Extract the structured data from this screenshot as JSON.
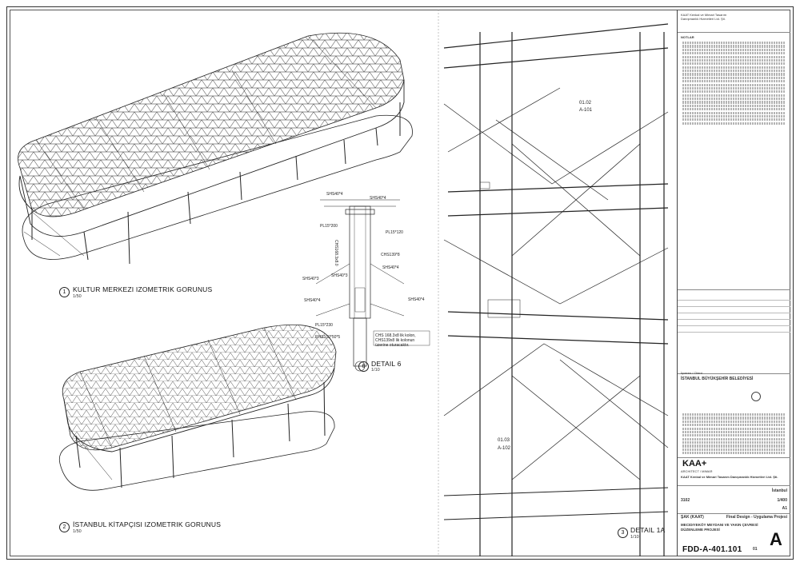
{
  "views": [
    {
      "number": "1",
      "title": "KULTUR MERKEZI IZOMETRIK GORUNUS",
      "scale": "1/50"
    },
    {
      "number": "2",
      "title": "İSTANBUL KİTAPÇISI IZOMETRIK GORUNUS",
      "scale": "1/50"
    },
    {
      "number": "6",
      "title": "DETAIL 6",
      "scale": "1/10"
    },
    {
      "number": "3",
      "title": "DETAIL 1A",
      "scale": "1/10"
    }
  ],
  "detail6_tags": [
    "SHS40*4",
    "SHS40*4",
    "PL15*200",
    "PL15*120",
    "CHS168.3x8.0",
    "CHS139*8",
    "SHS40*3",
    "SHS40*3",
    "SHS40*4",
    "SHS40*4",
    "SHS40*4",
    "PL15*230",
    "RHS100*50*5"
  ],
  "detail6_note": "CHS 168.3x8 lik kolon, CHS139x8 lik kolonun üzerine oturacaktır.",
  "detail1a_refs": [
    {
      "a": "01.02",
      "b": "A-101"
    },
    {
      "a": "01.03",
      "b": "A-102"
    }
  ],
  "titleblock": {
    "header": "KAAT Kenkal ve Mimari Tasarım Danışmanlık Hizmetleri Ltd. Şti.",
    "notes_title": "NOTLAR",
    "client_label": "İşveren / Client",
    "client": "İSTANBUL BÜYÜKŞEHİR BELEDİYESİ",
    "firm_logo": "KAA+",
    "firm_sub": "ARCHITECT / MIMAR",
    "firm_name": "KAAT Kenkal ve Mimari Tasarım Danışmanlık Hizmetleri Ltd. Şti.",
    "city": "İstanbul",
    "code": "3102",
    "scale": "1/400",
    "size": "A1",
    "stage_company": "ŞAK (KAAT)",
    "stage": "Final Design - Uygulama Projesi",
    "project": "MECIDIYEKÖY MEYDANI VE YAKIN ÇEVRESİ",
    "project_sub": "DÜZENLEME PROJESİ",
    "revision": "A",
    "doc_number": "FDD-A-401.101",
    "sheet": "01"
  }
}
